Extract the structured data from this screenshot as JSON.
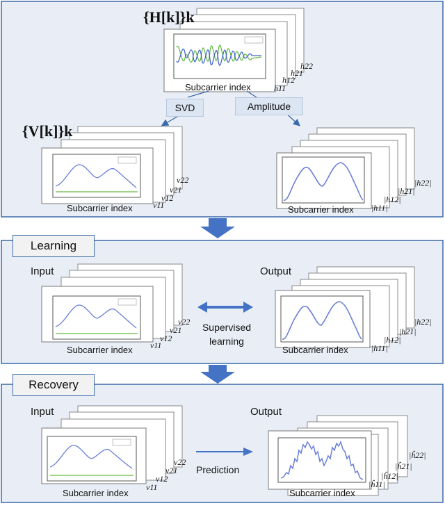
{
  "top": {
    "h_set_label": "{H[k]}k",
    "subcarrier_label_h": "Subcarrier index",
    "h_labels": [
      "h11",
      "h12",
      "h21",
      "h22"
    ],
    "svd_label": "SVD",
    "amplitude_label": "Amplitude",
    "v_set_label": "{V[k]}k",
    "subcarrier_label_v": "Subcarrier index",
    "v_labels": [
      "v11",
      "v12",
      "v21",
      "v22"
    ],
    "subcarrier_label_amp": "Subcarrier index",
    "abs_h_labels": [
      "|h11|",
      "|h12|",
      "|h21|",
      "|h22|"
    ]
  },
  "learning": {
    "title": "Learning",
    "input_label": "Input",
    "output_label": "Output",
    "subcarrier_label_in": "Subcarrier index",
    "subcarrier_label_out": "Subcarrier index",
    "v_labels": [
      "v11",
      "v12",
      "v21",
      "v22"
    ],
    "abs_h_labels": [
      "|h11|",
      "|h12|",
      "|h21|",
      "|h22|"
    ],
    "arrow_label_line1": "Supervised",
    "arrow_label_line2": "learning"
  },
  "recovery": {
    "title": "Recovery",
    "input_label": "Input",
    "output_label": "Output",
    "subcarrier_label_in": "Subcarrier index",
    "subcarrier_label_out": "Subcarrier index",
    "v_labels": [
      "v11",
      "v12",
      "v21",
      "v22"
    ],
    "hat_h_labels": [
      "|ĥ11|",
      "|ĥ12|",
      "|ĥ21|",
      "|ĥ22|"
    ],
    "arrow_label": "Prediction"
  },
  "colors": {
    "panel_fill": "#e9eef6",
    "panel_border": "#3a6aa8",
    "arrow": "#4472c4",
    "curve": "#6a7fd6",
    "green_line": "#66bb44"
  }
}
